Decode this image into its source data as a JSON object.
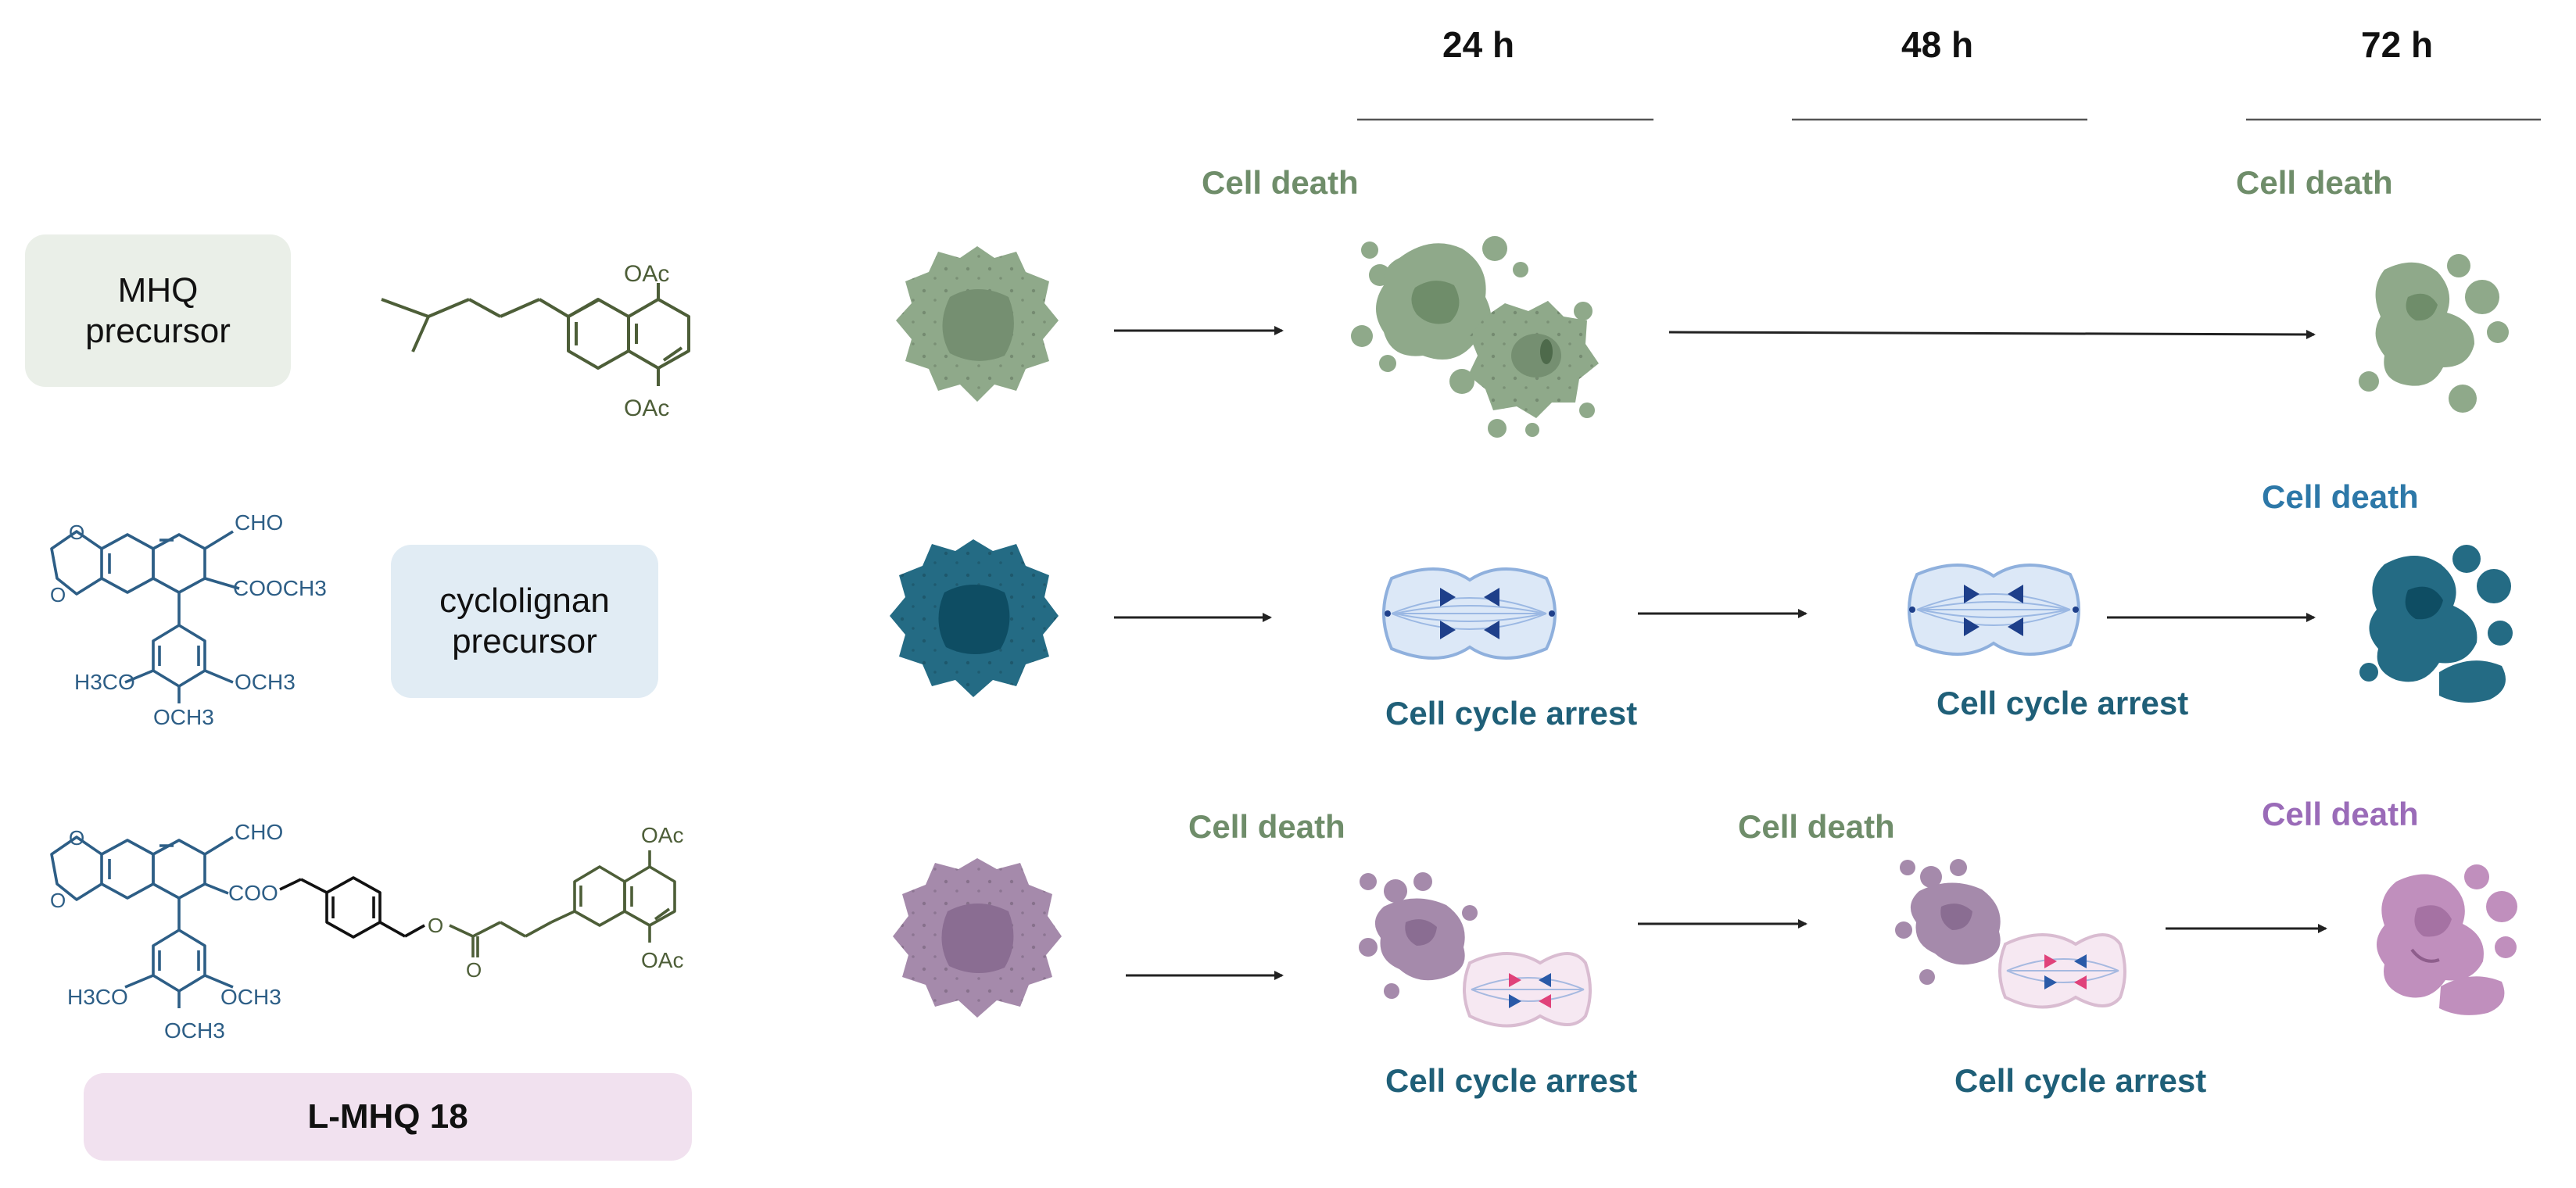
{
  "time_points": [
    "24 h",
    "48 h",
    "72 h"
  ],
  "rows": [
    {
      "compound_line1": "MHQ",
      "compound_line2": "precursor",
      "labels": [
        "Cell death",
        "Cell death"
      ]
    },
    {
      "compound_line1": "cyclolignan",
      "compound_line2": "precursor",
      "labels": [
        "Cell death",
        "Cell cycle arrest",
        "Cell cycle arrest"
      ]
    },
    {
      "compound": "L-MHQ 18",
      "labels": [
        "Cell death",
        "Cell death",
        "Cell death",
        "Cell cycle arrest",
        "Cell cycle arrest"
      ]
    }
  ],
  "chem_labels": {
    "oac": "OAc",
    "cho": "CHO",
    "cooch3": "COOCH3",
    "h3co": "H3CO",
    "och3": "OCH3",
    "coo": "COO",
    "o": "O"
  },
  "colors": {
    "mhq_green": "#8fa98a",
    "mhq_green_dark": "#6f8d6a",
    "cyclolignan_blue": "#246b84",
    "cyclolignan_label": "#2d78a8",
    "lmhq_purple": "#a58aab",
    "lmhq_label": "#9a6bb8",
    "arrest_text": "#1f5f78",
    "mhq_box_bg": "#eaefe8",
    "cyclo_box_bg": "#e1ecf4",
    "lmhq_box_bg": "#f1e1ef",
    "struct_green": "#4d5e38",
    "struct_blue": "#2d5e86"
  }
}
